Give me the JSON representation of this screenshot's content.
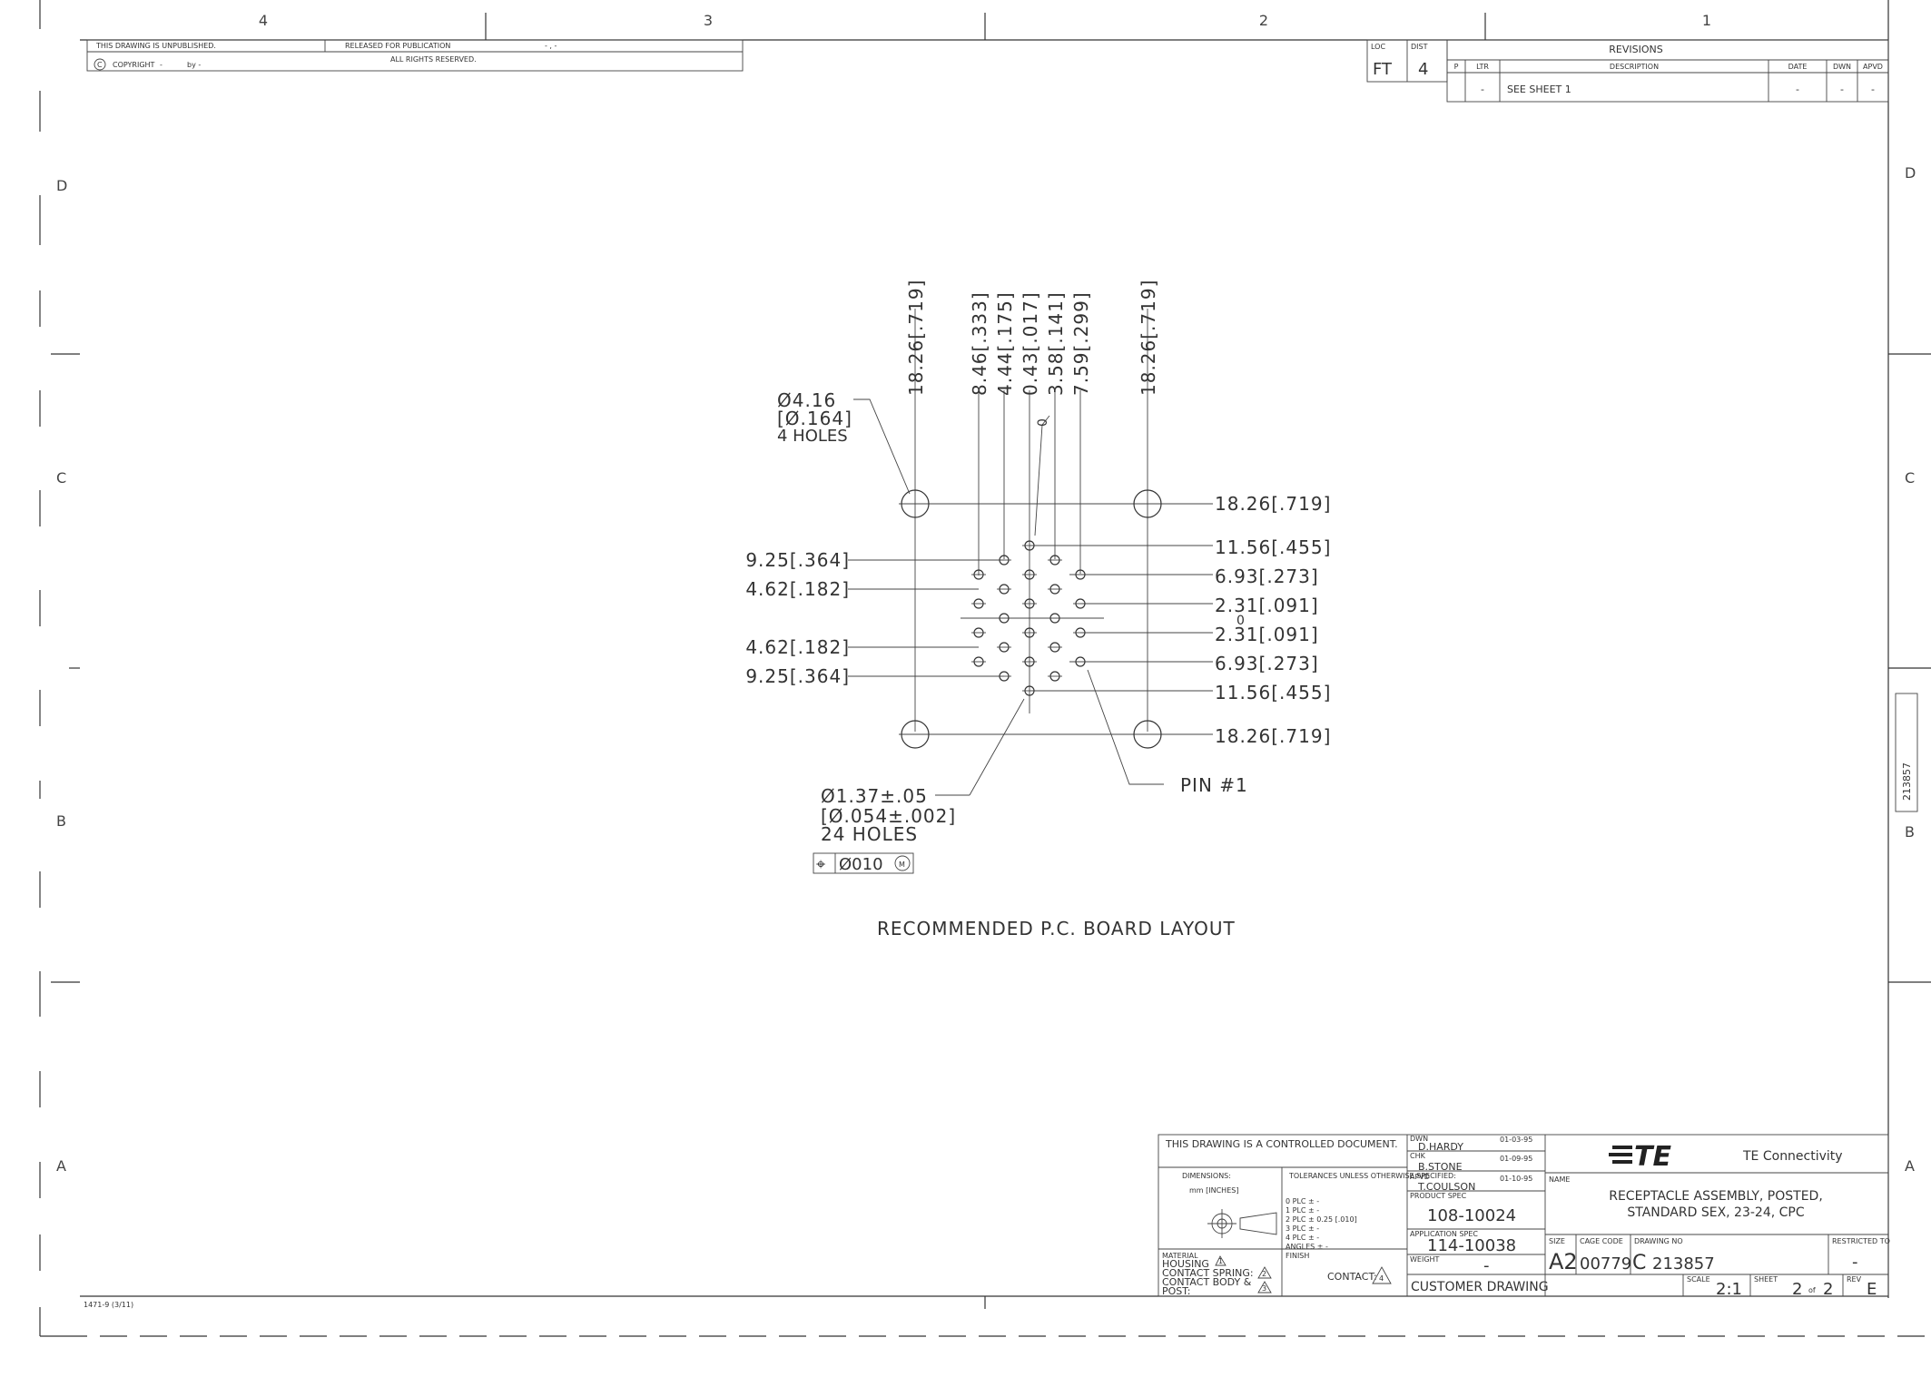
{
  "zones": {
    "cols": [
      "4",
      "3",
      "2",
      "1"
    ],
    "rows": [
      "D",
      "C",
      "B",
      "A"
    ]
  },
  "top_left": {
    "unpublished": "THIS DRAWING IS UNPUBLISHED.",
    "copyright": "COPYRIGHT",
    "copyright_dash": "-",
    "by": "by -",
    "released": "RELEASED FOR PUBLICATION",
    "released_val": "- , -",
    "rights": "ALL RIGHTS RESERVED."
  },
  "loc_dist": {
    "loc_label": "LOC",
    "loc_value": "FT",
    "dist_label": "DIST",
    "dist_value": "4"
  },
  "revisions": {
    "title": "REVISIONS",
    "headers": [
      "P",
      "LTR",
      "DESCRIPTION",
      "DATE",
      "DWN",
      "APVD"
    ],
    "row": [
      "",
      "-",
      "SEE SHEET 1",
      "-",
      "-",
      "-"
    ]
  },
  "drawing": {
    "title": "RECOMMENDED P.C. BOARD LAYOUT",
    "mount_hole": [
      "Ø4.16",
      "[Ø.164]",
      "4 HOLES"
    ],
    "pin_hole": [
      "Ø1.37±.05",
      "[Ø.054±.002]",
      "24 HOLES"
    ],
    "tolerance_frame": [
      "⌖",
      "Ø010",
      "M"
    ],
    "pin1": "PIN #1",
    "zero_v": "0",
    "zero_h": "0",
    "vertical_dims": [
      "18.26[.719]",
      "8.46[.333]",
      "4.44[.175]",
      "0.43[.017]",
      "3.58[.141]",
      "7.59[.299]",
      "18.26[.719]"
    ],
    "left_dims": [
      "9.25[.364]",
      "4.62[.182]",
      "4.62[.182]",
      "9.25[.364]"
    ],
    "right_dims": [
      "18.26[.719]",
      "11.56[.455]",
      "6.93[.273]",
      "2.31[.091]",
      "2.31[.091]",
      "6.93[.273]",
      "11.56[.455]",
      "18.26[.719]"
    ]
  },
  "side_tag": "213857",
  "title_block": {
    "controlled": "THIS DRAWING IS A CONTROLLED DOCUMENT.",
    "dimensions_label": "DIMENSIONS:",
    "dimensions_units": "mm [INCHES]",
    "tolerances": "TOLERANCES UNLESS OTHERWISE SPECIFIED:",
    "plc": [
      "0 PLC   ± -",
      "1 PLC   ± -",
      "2 PLC   ± 0.25 [.010]",
      "3 PLC   ± -",
      "4 PLC   ± -",
      "ANGLES   ± -"
    ],
    "material_label": "MATERIAL",
    "material_lines": [
      "HOUSING",
      "CONTACT SPRING:",
      "CONTACT BODY &",
      "POST:"
    ],
    "finish_label": "FINISH",
    "contact_label": "CONTACT:",
    "callouts": [
      "1",
      "2",
      "3",
      "4"
    ],
    "dwn_label": "DWN",
    "dwn_name": "D.HARDY",
    "dwn_date": "01-03-95",
    "chk_label": "CHK",
    "chk_name": "B.STONE",
    "chk_date": "01-09-95",
    "apvd_label": "APVD",
    "apvd_name": "T.COULSON",
    "apvd_date": "01-10-95",
    "product_spec_label": "PRODUCT SPEC",
    "product_spec": "108-10024",
    "app_spec_label": "APPLICATION SPEC",
    "app_spec": "114-10038",
    "weight_label": "WEIGHT",
    "weight": "-",
    "customer": "CUSTOMER DRAWING",
    "company_logo": "TE",
    "company": "TE Connectivity",
    "name_label": "NAME",
    "name_lines": [
      "RECEPTACLE ASSEMBLY, POSTED,",
      "STANDARD SEX, 23-24, CPC"
    ],
    "size_label": "SIZE",
    "size": "A2",
    "cage_label": "CAGE CODE",
    "cage": "00779",
    "dwg_no_label": "DRAWING NO",
    "dwg_prefix": "C",
    "dwg_no": "213857",
    "restricted_label": "RESTRICTED TO",
    "restricted": "-",
    "scale_label": "SCALE",
    "scale": "2:1",
    "sheet_label": "SHEET",
    "sheet": "2",
    "of": "of",
    "sheets": "2",
    "rev_label": "REV",
    "rev": "E"
  },
  "form_no": "1471-9 (3/11)"
}
